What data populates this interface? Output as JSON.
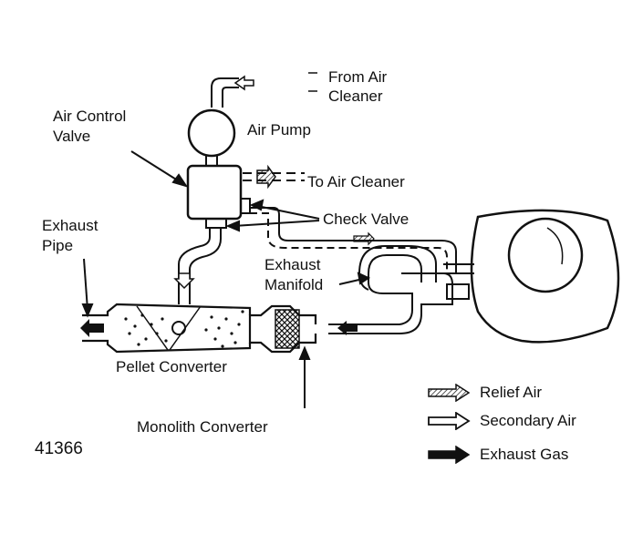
{
  "labels": {
    "from_air_cleaner_1": "From Air",
    "from_air_cleaner_2": "Cleaner",
    "air_control_valve_1": "Air Control",
    "air_control_valve_2": "Valve",
    "air_pump": "Air Pump",
    "to_air_cleaner": "To Air Cleaner",
    "exhaust_pipe_1": "Exhaust",
    "exhaust_pipe_2": "Pipe",
    "check_valve": "Check Valve",
    "exhaust_manifold_1": "Exhaust",
    "exhaust_manifold_2": "Manifold",
    "pellet_converter": "Pellet Converter",
    "monolith_converter": "Monolith Converter",
    "figure_number": "41366"
  },
  "legend": {
    "relief_air": "Relief Air",
    "secondary_air": "Secondary Air",
    "exhaust_gas": "Exhaust Gas"
  }
}
